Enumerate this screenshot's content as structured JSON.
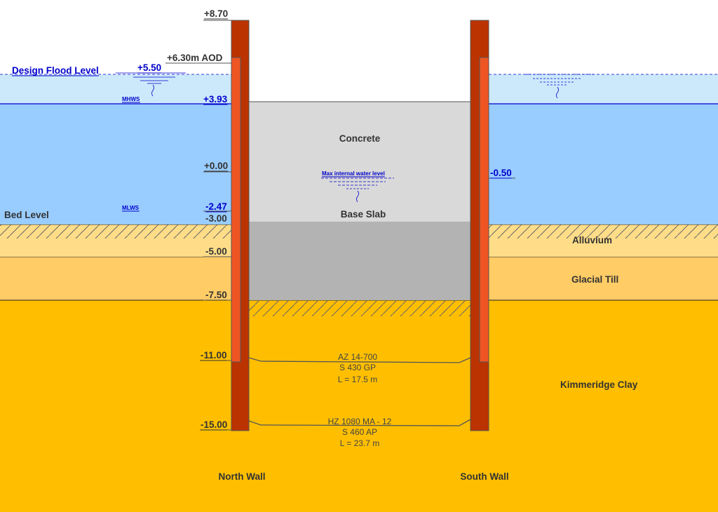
{
  "levels": {
    "top_pile": "+8.70",
    "aod": "+6.30m AOD",
    "flood_value": "+5.50",
    "mhws_value": "+3.93",
    "zero": "+0.00",
    "mlws_value": "-2.47",
    "bed_value": "-3.00",
    "alluvium_base": "-5.00",
    "till_base": "-7.50",
    "short_pile_toe": "-11.00",
    "long_pile_toe": "-15.00",
    "south_water": "-0.50"
  },
  "water_labels": {
    "design_flood": "Design Flood Level",
    "mhws": "MHWS",
    "mlws": "MLWS",
    "bed_level": "Bed Level",
    "max_internal": "Max internal water level"
  },
  "strata": {
    "alluvium": "Alluvium",
    "glacial_till": "Glacial Till",
    "kimmeridge": "Kimmeridge Clay"
  },
  "fill": {
    "concrete": "Concrete",
    "base_slab": "Base Slab"
  },
  "piles": {
    "short": {
      "section": "AZ 14-700",
      "grade": "S 430 GP",
      "length": "L = 17.5 m"
    },
    "long": {
      "section": "HZ 1080 MA - 12",
      "grade": "S 460 AP",
      "length": "L = 23.7 m"
    }
  },
  "walls": {
    "north": "North Wall",
    "south": "South Wall"
  },
  "colors": {
    "flood_water": "#cce9fb",
    "water": "#99ccff",
    "alluvium": "#ffdd88",
    "glacial_till": "#ffcc66",
    "kimmeridge": "#ffbf00",
    "concrete": "#d9d9d9",
    "base_slab": "#b3b3b3",
    "pile_outer": "#bb3300",
    "pile_inner": "#ee5522",
    "water_line": "#0000cc"
  }
}
